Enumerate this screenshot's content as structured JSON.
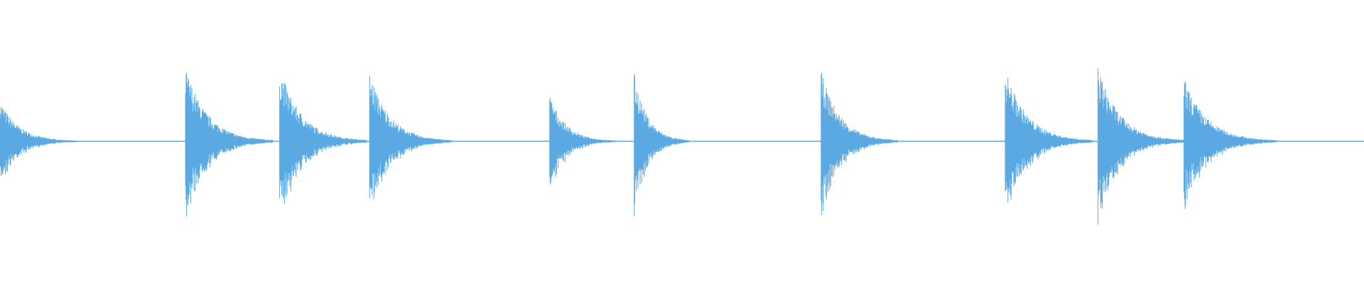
{
  "colors": {
    "background": "#ffffff",
    "waveform": "#5aa9e2"
  },
  "waveform": {
    "baseline_amplitude": 0.012,
    "transients": [
      {
        "time": 0.0,
        "peak": 0.55,
        "decay": 0.014
      },
      {
        "time": 0.136,
        "peak": 1.0,
        "decay": 0.016
      },
      {
        "time": 0.205,
        "peak": 1.0,
        "decay": 0.016
      },
      {
        "time": 0.271,
        "peak": 0.92,
        "decay": 0.015
      },
      {
        "time": 0.403,
        "peak": 0.62,
        "decay": 0.012
      },
      {
        "time": 0.465,
        "peak": 0.91,
        "decay": 0.01
      },
      {
        "time": 0.602,
        "peak": 0.94,
        "decay": 0.014
      },
      {
        "time": 0.737,
        "peak": 0.98,
        "decay": 0.016
      },
      {
        "time": 0.805,
        "peak": 1.0,
        "decay": 0.016
      },
      {
        "time": 0.868,
        "peak": 0.85,
        "decay": 0.017
      }
    ]
  }
}
